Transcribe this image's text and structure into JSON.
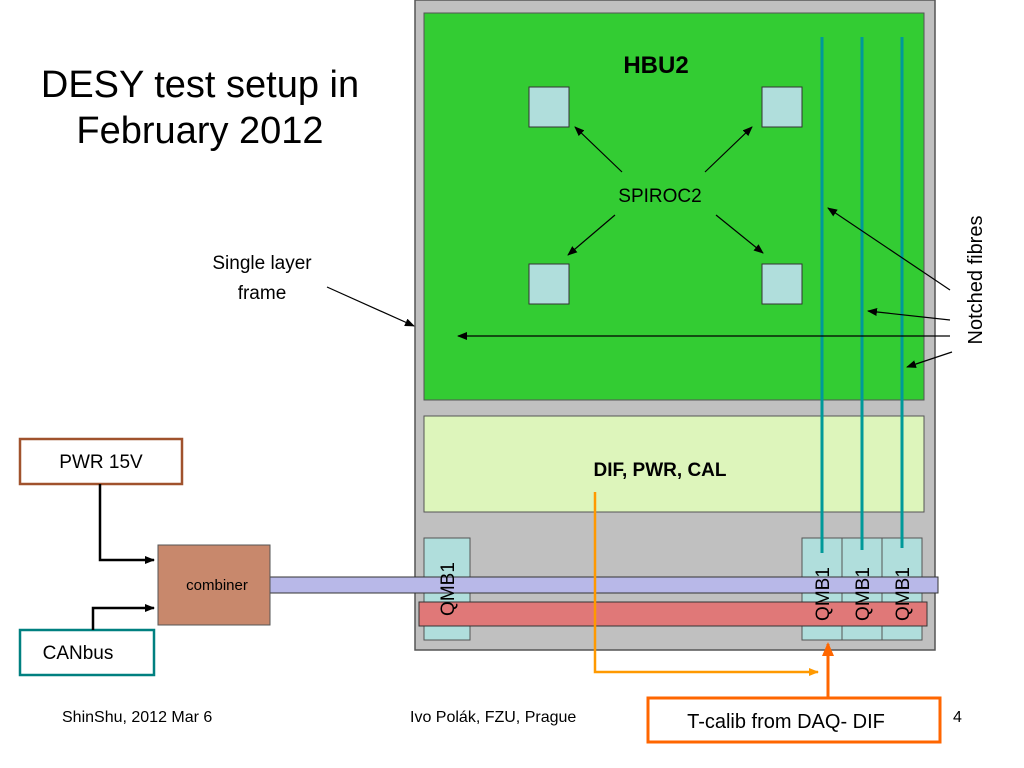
{
  "title_lines": [
    "DESY test setup in",
    "February 2012"
  ],
  "labels": {
    "hbu": "HBU2",
    "spiroc": "SPIROC2",
    "single_layer": [
      "Single layer",
      "frame"
    ],
    "notched": "Notched fibres",
    "dif": "DIF, PWR, CAL",
    "pwr": "PWR 15V",
    "combiner": "combiner",
    "canbus": "CANbus",
    "qmb": "QMB1",
    "tcalib": "T-calib from DAQ- DIF"
  },
  "footer": {
    "left": "ShinShu, 2012  Mar 6",
    "center": "Ivo Polák, FZU, Prague",
    "page": "4"
  },
  "colors": {
    "board_green": "#33cc33",
    "dif_green": "#ddf5bb",
    "frame_gray": "#c0c0c0",
    "chip": "#b0dedc",
    "fibre": "#009999",
    "combiner": "#c8886c",
    "pwr_border": "#a0522d",
    "canbus_border": "#008080",
    "tcalib_border": "#ff6600",
    "orange_line": "#ff9900",
    "blue_bar": "#b8b8e8",
    "red_bar": "#e07878"
  }
}
